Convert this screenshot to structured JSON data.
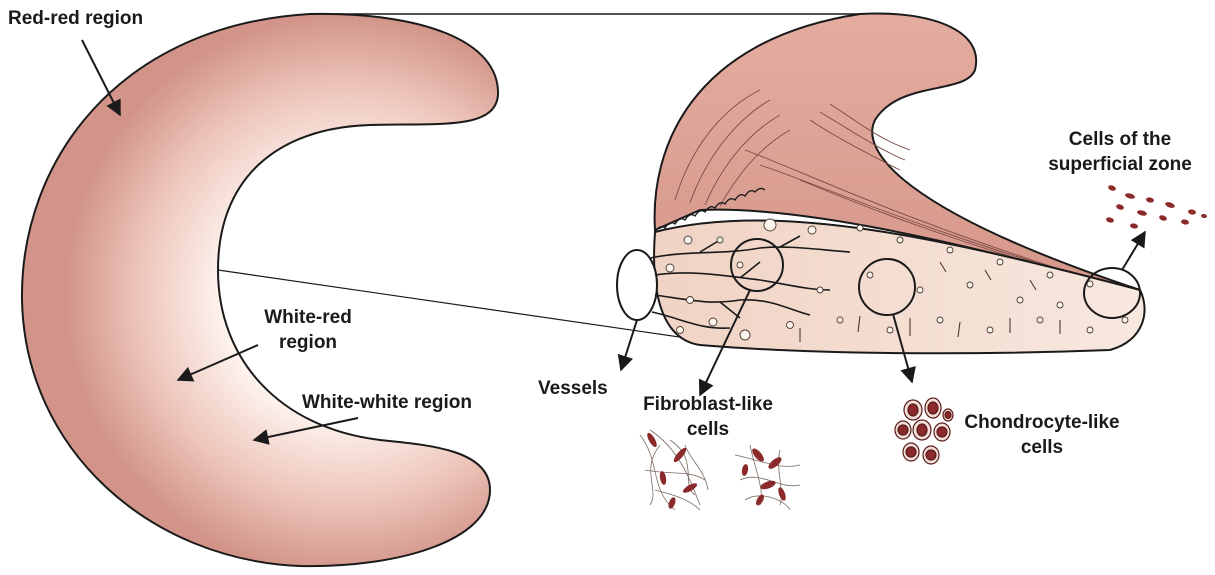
{
  "labels": {
    "red_red": "Red-red region",
    "white_red_line1": "White-red",
    "white_red_line2": "region",
    "white_white": "White-white region",
    "vessels": "Vessels",
    "fibroblast_line1": "Fibroblast-like",
    "fibroblast_line2": "cells",
    "chondrocyte_line1": "Chondrocyte-like",
    "chondrocyte_line2": "cells",
    "superficial_line1": "Cells of the",
    "superficial_line2": "superficial zone"
  },
  "colors": {
    "tissue_pink": "#d9a096",
    "tissue_light": "#fdf3ee",
    "cross_section": "#f3ddd0",
    "cell_red": "#8a2a2a",
    "outline": "#1a1a1a"
  }
}
